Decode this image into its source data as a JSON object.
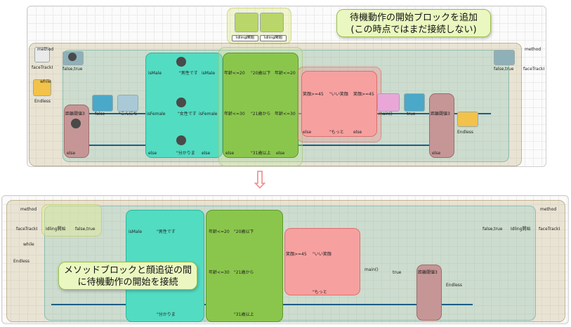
{
  "callouts": {
    "top": "待機動作の開始ブロックを追加\n(この時点ではまだ接続しない)",
    "bottom": "メソッドブロックと顔追従の間\nに待機動作の開始を接続"
  },
  "top_block": {
    "label_a": "Idling開始",
    "label_b": "Idling開始"
  },
  "labels": {
    "method": "method",
    "while": "while",
    "endless": "Endless",
    "face_track": "faceTrackI",
    "false_true": "false,true",
    "dist": "距離閾値3",
    "false": "false",
    "konnichi": "\"こんにち",
    "is_female": "isFemale",
    "is_male": "isMale",
    "dansei": "\"男性です",
    "josei": "\"女性です",
    "wakari": "\"分かりま",
    "else": "else",
    "age_lt20": "年齢<=20",
    "age_lt30": "年齢<=30",
    "v20ika": "\"20歳以下",
    "v21kara": "\"21歳から",
    "v31ijo": "\"31歳以上",
    "smile45": "笑顔>=45",
    "ii_egao": "\"いい笑顔",
    "motto": "\"もっと",
    "main": "main()",
    "true": "true",
    "idling": "Idling開始",
    "down_arrow": "⇩"
  },
  "colors": {
    "cyan": "#52dcc2",
    "green": "#8ac64c",
    "pink": "#f7a0a0",
    "mauve": "#c69696",
    "accent_wire": "#1d5d86"
  }
}
